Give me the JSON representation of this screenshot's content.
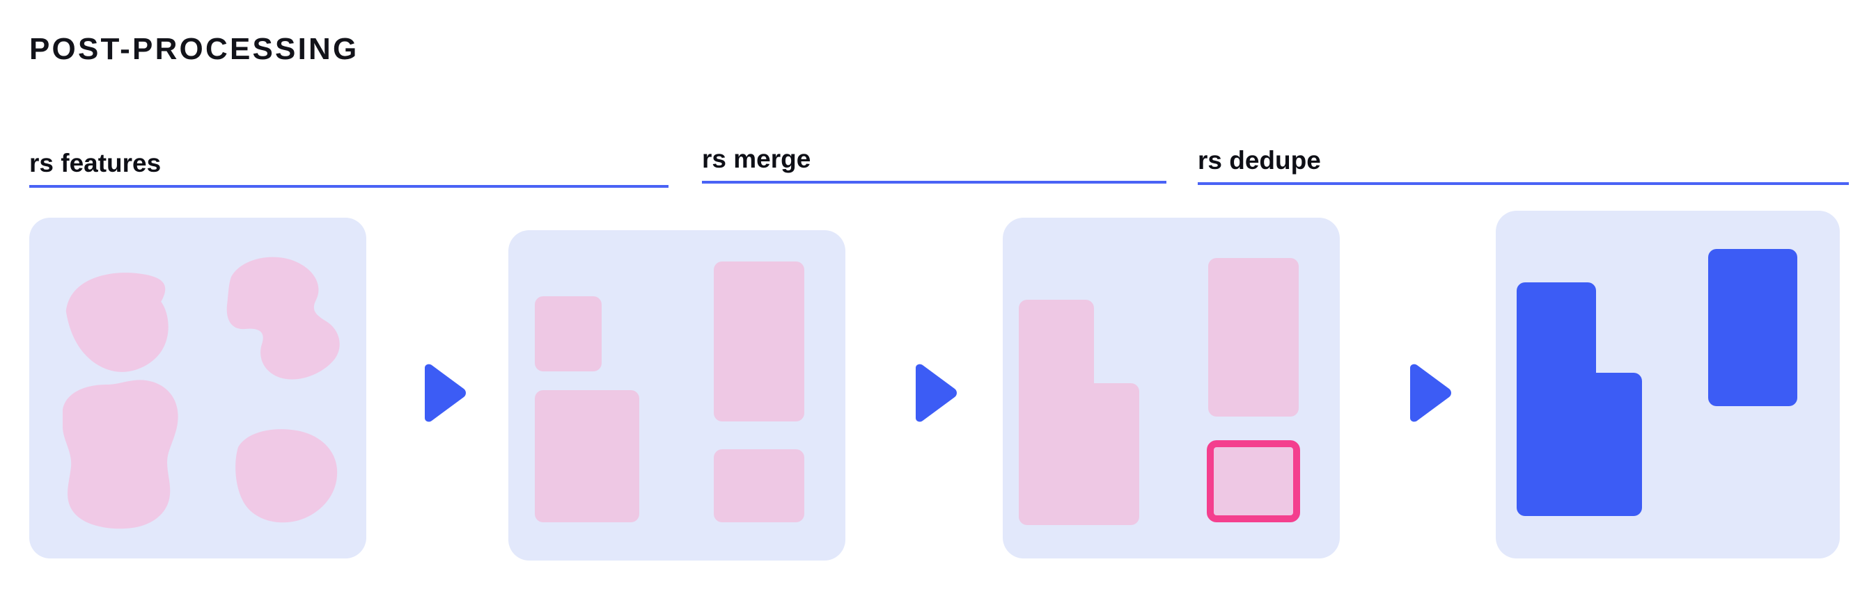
{
  "page": {
    "title": "POST-PROCESSING",
    "background_color": "#ffffff"
  },
  "colors": {
    "accent_blue": "#4a63f5",
    "arrow_blue": "#3c5cf5",
    "panel_background": "#e2e8fb",
    "shape_pink": "#eec8e4",
    "blob_pink": "#f0c9e6",
    "highlight_magenta": "#f43f8e",
    "text_dark": "#12131a"
  },
  "sections": [
    {
      "id": "features",
      "label": "rs features"
    },
    {
      "id": "merge",
      "label": "rs merge"
    },
    {
      "id": "dedupe",
      "label": "rs dedupe"
    }
  ],
  "pipeline": {
    "arrows": [
      {
        "name": "arrow-features-to-merge"
      },
      {
        "name": "arrow-merge-to-dedupe"
      },
      {
        "name": "arrow-dedupe-to-output"
      }
    ],
    "panels": [
      {
        "id": "panel-features",
        "stage": "rs features",
        "shape_kind": "organic-blobs",
        "shape_count": 4,
        "shapes": [
          {
            "name": "blob-top-left",
            "fill": "#f0c9e6"
          },
          {
            "name": "blob-top-right",
            "fill": "#f0c9e6"
          },
          {
            "name": "blob-bottom-left",
            "fill": "#f0c9e6"
          },
          {
            "name": "blob-bottom-right",
            "fill": "#f0c9e6"
          }
        ]
      },
      {
        "id": "panel-merge",
        "stage": "rs merge",
        "shape_kind": "rectangles",
        "shape_count": 4,
        "shapes": [
          {
            "name": "rect-left-small",
            "fill": "#eec8e4"
          },
          {
            "name": "rect-left-large",
            "fill": "#eec8e4"
          },
          {
            "name": "rect-right-tall",
            "fill": "#eec8e4"
          },
          {
            "name": "rect-right-small",
            "fill": "#eec8e4"
          }
        ]
      },
      {
        "id": "panel-dedupe",
        "stage": "rs dedupe",
        "shape_kind": "merged-rectangles",
        "shape_count": 3,
        "shapes": [
          {
            "name": "rect-merged-l-shape",
            "fill": "#eec8e4"
          },
          {
            "name": "rect-right-tall",
            "fill": "#eec8e4"
          },
          {
            "name": "rect-duplicate-flagged",
            "fill": "#eec8e4",
            "stroke": "#f43f8e"
          }
        ]
      },
      {
        "id": "panel-output",
        "stage": "output",
        "shape_kind": "final-rectangles",
        "shape_count": 2,
        "shapes": [
          {
            "name": "rect-merged-l-shape",
            "fill": "#3c5cf5"
          },
          {
            "name": "rect-right-tall",
            "fill": "#3c5cf5"
          }
        ]
      }
    ]
  }
}
